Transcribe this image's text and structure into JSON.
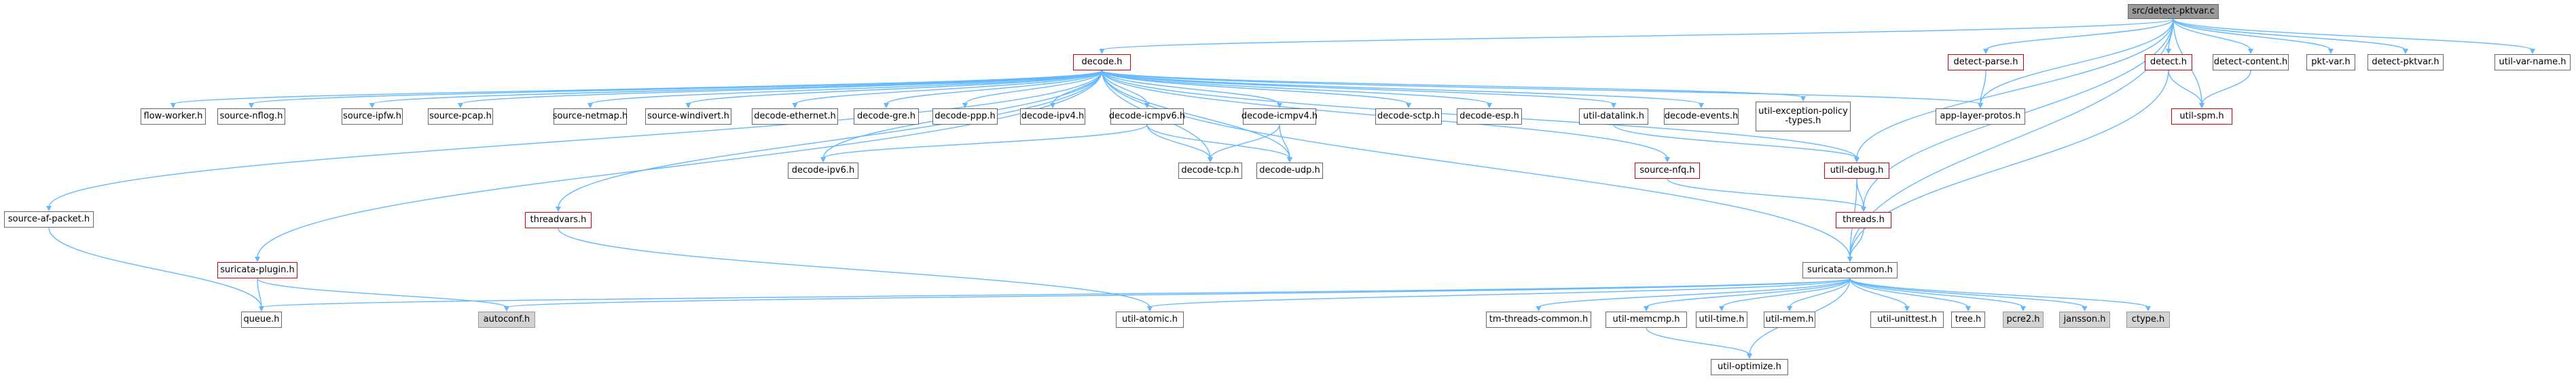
{
  "title": "src/detect-pktvar.c",
  "colors": {
    "edge": "#63b8ff",
    "node_border": "#666666",
    "missing_border": "#cc0000",
    "external_fill": "#d3d3d3",
    "root_fill": "#999999"
  },
  "nodes": [
    {
      "id": "root",
      "label": "src/detect-pktvar.c",
      "kind": "root"
    },
    {
      "id": "decode",
      "label": "decode.h",
      "kind": "missing"
    },
    {
      "id": "detect-parse",
      "label": "detect-parse.h",
      "kind": "missing"
    },
    {
      "id": "detect",
      "label": "detect.h",
      "kind": "missing"
    },
    {
      "id": "detect-content",
      "label": "detect-content.h",
      "kind": "normal"
    },
    {
      "id": "pkt-var",
      "label": "pkt-var.h",
      "kind": "normal"
    },
    {
      "id": "detect-pktvar",
      "label": "detect-pktvar.h",
      "kind": "normal"
    },
    {
      "id": "util-var-name",
      "label": "util-var-name.h",
      "kind": "normal"
    },
    {
      "id": "flow-worker",
      "label": "flow-worker.h",
      "kind": "normal"
    },
    {
      "id": "source-nflog",
      "label": "source-nflog.h",
      "kind": "normal"
    },
    {
      "id": "source-ipfw",
      "label": "source-ipfw.h",
      "kind": "normal"
    },
    {
      "id": "source-pcap",
      "label": "source-pcap.h",
      "kind": "normal"
    },
    {
      "id": "source-netmap",
      "label": "source-netmap.h",
      "kind": "normal"
    },
    {
      "id": "source-windivert",
      "label": "source-windivert.h",
      "kind": "normal"
    },
    {
      "id": "decode-ethernet",
      "label": "decode-ethernet.h",
      "kind": "normal"
    },
    {
      "id": "decode-gre",
      "label": "decode-gre.h",
      "kind": "normal"
    },
    {
      "id": "decode-ppp",
      "label": "decode-ppp.h",
      "kind": "normal"
    },
    {
      "id": "decode-ipv4",
      "label": "decode-ipv4.h",
      "kind": "normal"
    },
    {
      "id": "decode-icmpv6",
      "label": "decode-icmpv6.h",
      "kind": "normal"
    },
    {
      "id": "decode-icmpv4",
      "label": "decode-icmpv4.h",
      "kind": "normal"
    },
    {
      "id": "decode-sctp",
      "label": "decode-sctp.h",
      "kind": "normal"
    },
    {
      "id": "decode-esp",
      "label": "decode-esp.h",
      "kind": "normal"
    },
    {
      "id": "util-datalink",
      "label": "util-datalink.h",
      "kind": "normal"
    },
    {
      "id": "decode-events",
      "label": "decode-events.h",
      "kind": "normal"
    },
    {
      "id": "util-exception-policy-types",
      "label": "util-exception-policy\n-types.h",
      "kind": "normal"
    },
    {
      "id": "app-layer-protos",
      "label": "app-layer-protos.h",
      "kind": "normal"
    },
    {
      "id": "util-spm",
      "label": "util-spm.h",
      "kind": "missing"
    },
    {
      "id": "decode-ipv6",
      "label": "decode-ipv6.h",
      "kind": "normal"
    },
    {
      "id": "decode-tcp",
      "label": "decode-tcp.h",
      "kind": "normal"
    },
    {
      "id": "decode-udp",
      "label": "decode-udp.h",
      "kind": "normal"
    },
    {
      "id": "source-nfq",
      "label": "source-nfq.h",
      "kind": "missing"
    },
    {
      "id": "util-debug",
      "label": "util-debug.h",
      "kind": "missing"
    },
    {
      "id": "source-af-packet",
      "label": "source-af-packet.h",
      "kind": "normal"
    },
    {
      "id": "threadvars",
      "label": "threadvars.h",
      "kind": "missing"
    },
    {
      "id": "threads",
      "label": "threads.h",
      "kind": "missing"
    },
    {
      "id": "suricata-plugin",
      "label": "suricata-plugin.h",
      "kind": "missing"
    },
    {
      "id": "suricata-common",
      "label": "suricata-common.h",
      "kind": "normal"
    },
    {
      "id": "queue",
      "label": "queue.h",
      "kind": "normal"
    },
    {
      "id": "autoconf",
      "label": "autoconf.h",
      "kind": "external"
    },
    {
      "id": "util-atomic",
      "label": "util-atomic.h",
      "kind": "normal"
    },
    {
      "id": "tm-threads-common",
      "label": "tm-threads-common.h",
      "kind": "normal"
    },
    {
      "id": "util-memcmp",
      "label": "util-memcmp.h",
      "kind": "normal"
    },
    {
      "id": "util-time",
      "label": "util-time.h",
      "kind": "normal"
    },
    {
      "id": "util-mem",
      "label": "util-mem.h",
      "kind": "normal"
    },
    {
      "id": "util-unittest",
      "label": "util-unittest.h",
      "kind": "normal"
    },
    {
      "id": "tree",
      "label": "tree.h",
      "kind": "normal"
    },
    {
      "id": "pcre2",
      "label": "pcre2.h",
      "kind": "external"
    },
    {
      "id": "jansson",
      "label": "jansson.h",
      "kind": "external"
    },
    {
      "id": "ctype",
      "label": "ctype.h",
      "kind": "external"
    },
    {
      "id": "util-optimize",
      "label": "util-optimize.h",
      "kind": "normal"
    }
  ],
  "edges": [
    [
      "root",
      "decode"
    ],
    [
      "root",
      "detect-parse"
    ],
    [
      "root",
      "detect"
    ],
    [
      "root",
      "detect-content"
    ],
    [
      "root",
      "pkt-var"
    ],
    [
      "root",
      "detect-pktvar"
    ],
    [
      "root",
      "util-var-name"
    ],
    [
      "root",
      "util-spm"
    ],
    [
      "root",
      "util-debug"
    ],
    [
      "root",
      "threads"
    ],
    [
      "root",
      "suricata-common"
    ],
    [
      "root",
      "app-layer-protos"
    ],
    [
      "decode",
      "flow-worker"
    ],
    [
      "decode",
      "source-nflog"
    ],
    [
      "decode",
      "source-ipfw"
    ],
    [
      "decode",
      "source-pcap"
    ],
    [
      "decode",
      "source-netmap"
    ],
    [
      "decode",
      "source-windivert"
    ],
    [
      "decode",
      "decode-ethernet"
    ],
    [
      "decode",
      "decode-gre"
    ],
    [
      "decode",
      "decode-ppp"
    ],
    [
      "decode",
      "decode-ipv4"
    ],
    [
      "decode",
      "decode-icmpv6"
    ],
    [
      "decode",
      "decode-icmpv4"
    ],
    [
      "decode",
      "decode-sctp"
    ],
    [
      "decode",
      "decode-esp"
    ],
    [
      "decode",
      "util-datalink"
    ],
    [
      "decode",
      "decode-events"
    ],
    [
      "decode",
      "util-exception-policy-types"
    ],
    [
      "decode",
      "app-layer-protos"
    ],
    [
      "decode",
      "decode-ipv6"
    ],
    [
      "decode",
      "decode-tcp"
    ],
    [
      "decode",
      "decode-udp"
    ],
    [
      "decode",
      "source-nfq"
    ],
    [
      "decode",
      "util-debug"
    ],
    [
      "decode",
      "source-af-packet"
    ],
    [
      "decode",
      "threadvars"
    ],
    [
      "decode",
      "suricata-plugin"
    ],
    [
      "decode",
      "suricata-common"
    ],
    [
      "detect-parse",
      "app-layer-protos"
    ],
    [
      "detect",
      "util-spm"
    ],
    [
      "detect",
      "suricata-common"
    ],
    [
      "detect-content",
      "util-spm"
    ],
    [
      "decode-icmpv6",
      "decode-ipv6"
    ],
    [
      "decode-icmpv6",
      "decode-tcp"
    ],
    [
      "decode-icmpv6",
      "decode-udp"
    ],
    [
      "decode-icmpv4",
      "decode-tcp"
    ],
    [
      "decode-icmpv4",
      "decode-udp"
    ],
    [
      "util-datalink",
      "util-debug"
    ],
    [
      "source-nfq",
      "threads"
    ],
    [
      "util-debug",
      "threads"
    ],
    [
      "util-debug",
      "suricata-common"
    ],
    [
      "threads",
      "suricata-common"
    ],
    [
      "source-af-packet",
      "queue"
    ],
    [
      "suricata-plugin",
      "queue"
    ],
    [
      "suricata-plugin",
      "autoconf"
    ],
    [
      "threadvars",
      "util-atomic"
    ],
    [
      "suricata-common",
      "queue"
    ],
    [
      "suricata-common",
      "autoconf"
    ],
    [
      "suricata-common",
      "util-atomic"
    ],
    [
      "suricata-common",
      "tm-threads-common"
    ],
    [
      "suricata-common",
      "util-memcmp"
    ],
    [
      "suricata-common",
      "util-time"
    ],
    [
      "suricata-common",
      "util-mem"
    ],
    [
      "suricata-common",
      "util-unittest"
    ],
    [
      "suricata-common",
      "tree"
    ],
    [
      "suricata-common",
      "pcre2"
    ],
    [
      "suricata-common",
      "jansson"
    ],
    [
      "suricata-common",
      "ctype"
    ],
    [
      "suricata-common",
      "util-optimize"
    ],
    [
      "util-memcmp",
      "util-optimize"
    ]
  ]
}
